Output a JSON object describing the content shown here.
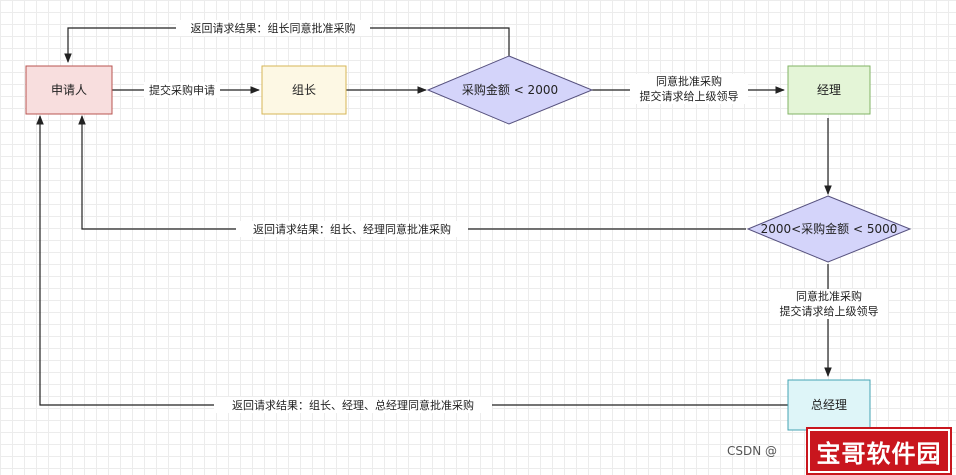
{
  "nodes": {
    "applicant": "申请人",
    "team_lead": "组长",
    "cond1": "采购金额 < 2000",
    "manager": "经理",
    "cond2": "2000<采购金额 < 5000",
    "gm": "总经理"
  },
  "edges": {
    "submit": "提交采购申请",
    "approve1_line1": "同意批准采购",
    "approve1_line2": "提交请求给上级领导",
    "approve2_line1": "同意批准采购",
    "approve2_line2": "提交请求给上级领导",
    "return1": "返回请求结果：组长同意批准采购",
    "return2": "返回请求结果：组长、经理同意批准采购",
    "return3": "返回请求结果：组长、经理、总经理同意批准采购"
  },
  "colors": {
    "applicant_fill": "#f8dede",
    "applicant_stroke": "#b85450",
    "team_lead_fill": "#fdf8e4",
    "team_lead_stroke": "#d6b656",
    "diamond_fill": "#d4d4fa",
    "diamond_stroke": "#56517e",
    "manager_fill": "#e4f5d7",
    "manager_stroke": "#82b366",
    "gm_fill": "#def5f8",
    "gm_stroke": "#44a3b3"
  },
  "watermark": {
    "csdn": "CSDN @",
    "stamp": "宝哥软件园"
  }
}
